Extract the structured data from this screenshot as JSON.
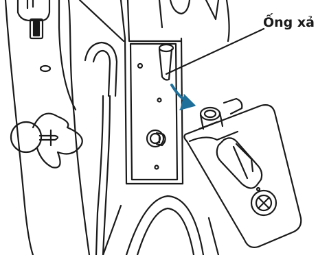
{
  "callout": {
    "label": "Ống xả"
  },
  "colors": {
    "line": "#1a1a1a",
    "arrow": "#1e6f9a",
    "background": "#ffffff"
  },
  "parts": {
    "drain_tube": "drain-tube",
    "removed_tank": "detachable-water-tank",
    "access_panel": "access-panel",
    "adjust_knob": "adjustment-knob",
    "direction_arrow": "removal-direction-arrow"
  }
}
